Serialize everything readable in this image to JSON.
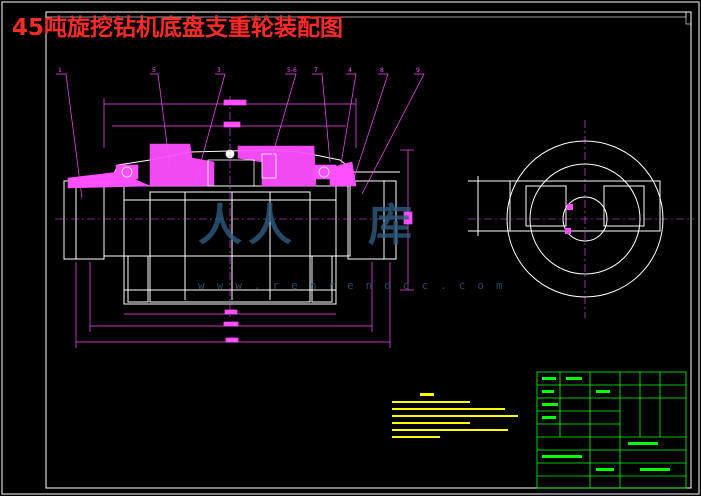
{
  "title": "45吨旋挖钻机底盘支重轮装配图",
  "watermark": {
    "mark": "人人",
    "mark2": "库",
    "url": "www.renrendoc.com"
  },
  "part_callouts": [
    "1",
    "5",
    "3",
    "5-6",
    "7",
    "4",
    "8",
    "9"
  ],
  "colors": {
    "background": "#000000",
    "title": "#ff2a2a",
    "outline": "#ffffff",
    "frame": "#ffffff",
    "section": "#ff4fff",
    "dimension": "#ff4fff",
    "notes": "#ffff00",
    "title_block": "#00ff00",
    "hatch": "#ff4fff"
  }
}
